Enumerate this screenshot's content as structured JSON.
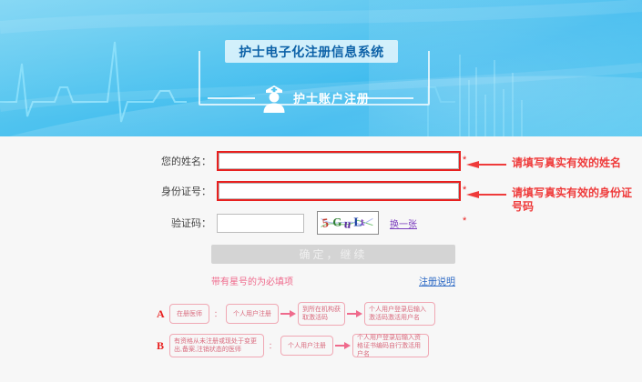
{
  "banner": {
    "system_title": "护士电子化注册信息系统",
    "sub_title": "护士账户注册",
    "nurse_icon": "nurse-icon",
    "ecg_icon": "heartbeat-line-icon"
  },
  "form": {
    "fields": [
      {
        "label": "您的姓名：",
        "value": "",
        "placeholder": "",
        "required_mark": "*"
      },
      {
        "label": "身份证号：",
        "value": "",
        "placeholder": "",
        "required_mark": "*"
      }
    ],
    "captcha": {
      "label": "验证码：",
      "value": "",
      "placeholder": "",
      "image_text": "5GuL",
      "refresh_label": "换一张",
      "required_mark": "*"
    },
    "submit_label": "确定，继续",
    "required_note": "带有星号的为必填项",
    "help_link": "注册说明"
  },
  "annotations": [
    {
      "text": "请填写真实有效的姓名"
    },
    {
      "text": "请填写真实有效的身份证号码"
    }
  ],
  "flow": {
    "rows": [
      {
        "mark": "A",
        "condition": "在册医师",
        "separator": "：",
        "steps": [
          "个人用户注册",
          "到所在机构获取激活码",
          "个人用户登录后输入激活码激活用户名"
        ]
      },
      {
        "mark": "B",
        "condition": "有资格从未注册或现处于变更出,备案,注销状态的医师",
        "separator": "：",
        "steps": [
          "个人用户注册",
          "个人用户登录后输入资格证书编码自行激活用户名"
        ]
      }
    ]
  },
  "colors": {
    "banner_blue": "#4fc3ef",
    "title_blue": "#0d62a8",
    "alert_red": "#e8201f",
    "anno_red": "#ef3b3b",
    "flow_pink": "#ef6a8c",
    "link_blue": "#2b68c4",
    "captcha_link_purple": "#7c3fbf"
  }
}
